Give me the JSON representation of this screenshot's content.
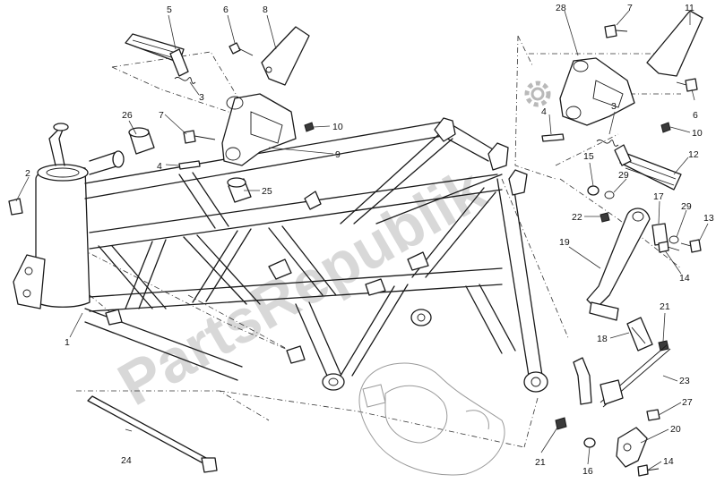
{
  "watermark": {
    "text": "PartsRepublik"
  },
  "callouts": [
    "1",
    "2",
    "3",
    "4",
    "5",
    "6",
    "7",
    "8",
    "9",
    "10",
    "11",
    "12",
    "13",
    "14",
    "15",
    "16",
    "17",
    "18",
    "19",
    "20",
    "21",
    "22",
    "23",
    "24",
    "25",
    "26",
    "27",
    "28",
    "29"
  ],
  "colors": {
    "line": "#1a1a1a",
    "watermark": "#b9b9b9",
    "background": "#ffffff"
  }
}
